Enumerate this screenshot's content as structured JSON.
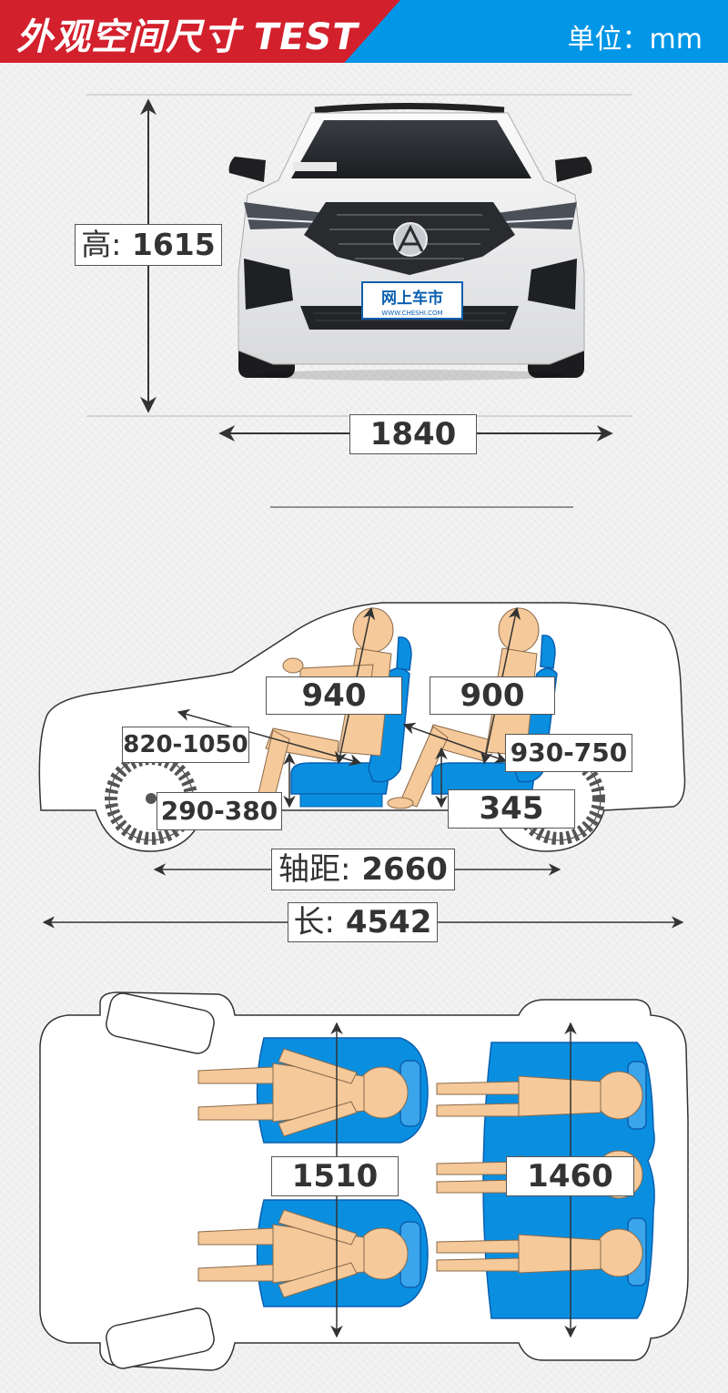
{
  "header": {
    "title": "外观空间尺寸 TEST",
    "unit": "单位：mm",
    "colors": {
      "red": "#d3202d",
      "blue": "#0296e6"
    }
  },
  "front_view": {
    "height_prefix": "高:",
    "height_value": "1615",
    "width_value": "1840",
    "plate_text": "网上车市",
    "plate_sub": "WWW.CHESHI.COM"
  },
  "side_view": {
    "front_headroom": "940",
    "rear_headroom": "900",
    "front_legroom": "820-1050",
    "rear_legroom": "930-750",
    "front_seat_height": "290-380",
    "rear_seat_height": "345",
    "wheelbase_prefix": "轴距:",
    "wheelbase_value": "2660",
    "length_prefix": "长:",
    "length_value": "4542"
  },
  "top_view": {
    "front_shoulder": "1510",
    "rear_shoulder": "1460"
  },
  "colors": {
    "seat_blue": "#0a8fe0",
    "skin": "#f5c99a",
    "line": "#333333"
  }
}
